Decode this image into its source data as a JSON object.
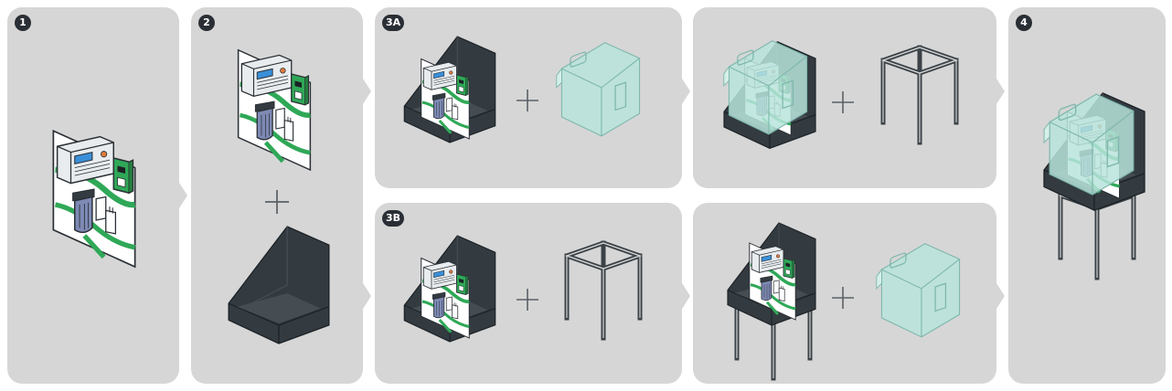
{
  "steps": {
    "step1": "1",
    "step2": "2",
    "step3a": "3A",
    "step3b": "3B",
    "step4": "4"
  },
  "colors": {
    "panel": "#d6d6d6",
    "badge": "#2a2f35",
    "housing": "#333b41",
    "frame": "#3b4247",
    "glass": "#b8e4dc",
    "board_green": "#2fa857",
    "box": "#e8ecee",
    "screen": "#3a8fd8",
    "filter": "#7e8ab5"
  },
  "icons": {
    "plus": "plus-icon",
    "arrow": "chevron-right-icon"
  }
}
